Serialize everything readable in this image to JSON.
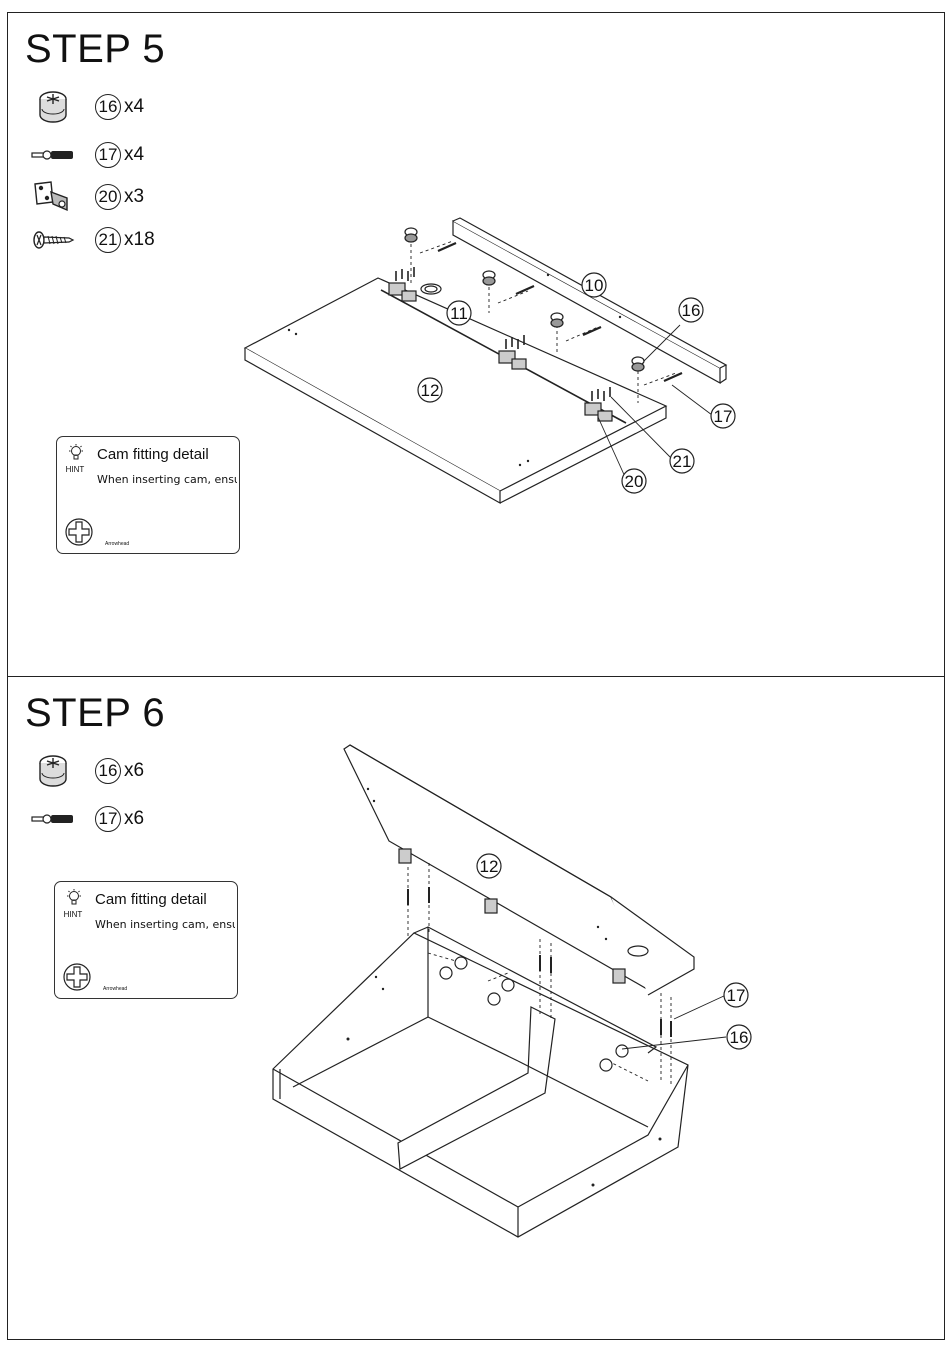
{
  "step5": {
    "title": "STEP 5",
    "parts": [
      {
        "icon": "cam-lock-icon",
        "number": "16",
        "qty": "x4"
      },
      {
        "icon": "cam-bolt-icon",
        "number": "17",
        "qty": "x4"
      },
      {
        "icon": "hinge-icon",
        "number": "20",
        "qty": "x3"
      },
      {
        "icon": "screw-icon",
        "number": "21",
        "qty": "x18"
      }
    ],
    "hint": {
      "badge": "HINT",
      "title": "Cam fitting detail",
      "text": "When inserting cam, ensure",
      "arrow_label": "Arrowhead"
    },
    "callouts": {
      "board_top_rail": "10",
      "board_hinge_strip": "11",
      "board_lid": "12",
      "cam": "16",
      "bolt": "17",
      "hinge": "20",
      "screw": "21"
    }
  },
  "step6": {
    "title": "STEP 6",
    "parts": [
      {
        "icon": "cam-lock-icon",
        "number": "16",
        "qty": "x6"
      },
      {
        "icon": "cam-bolt-icon",
        "number": "17",
        "qty": "x6"
      }
    ],
    "hint": {
      "badge": "HINT",
      "title": "Cam fitting detail",
      "text": "When inserting cam, ensure",
      "arrow_label": "Arrowhead"
    },
    "callouts": {
      "board_lid": "12",
      "bolt": "17",
      "cam": "16"
    }
  }
}
